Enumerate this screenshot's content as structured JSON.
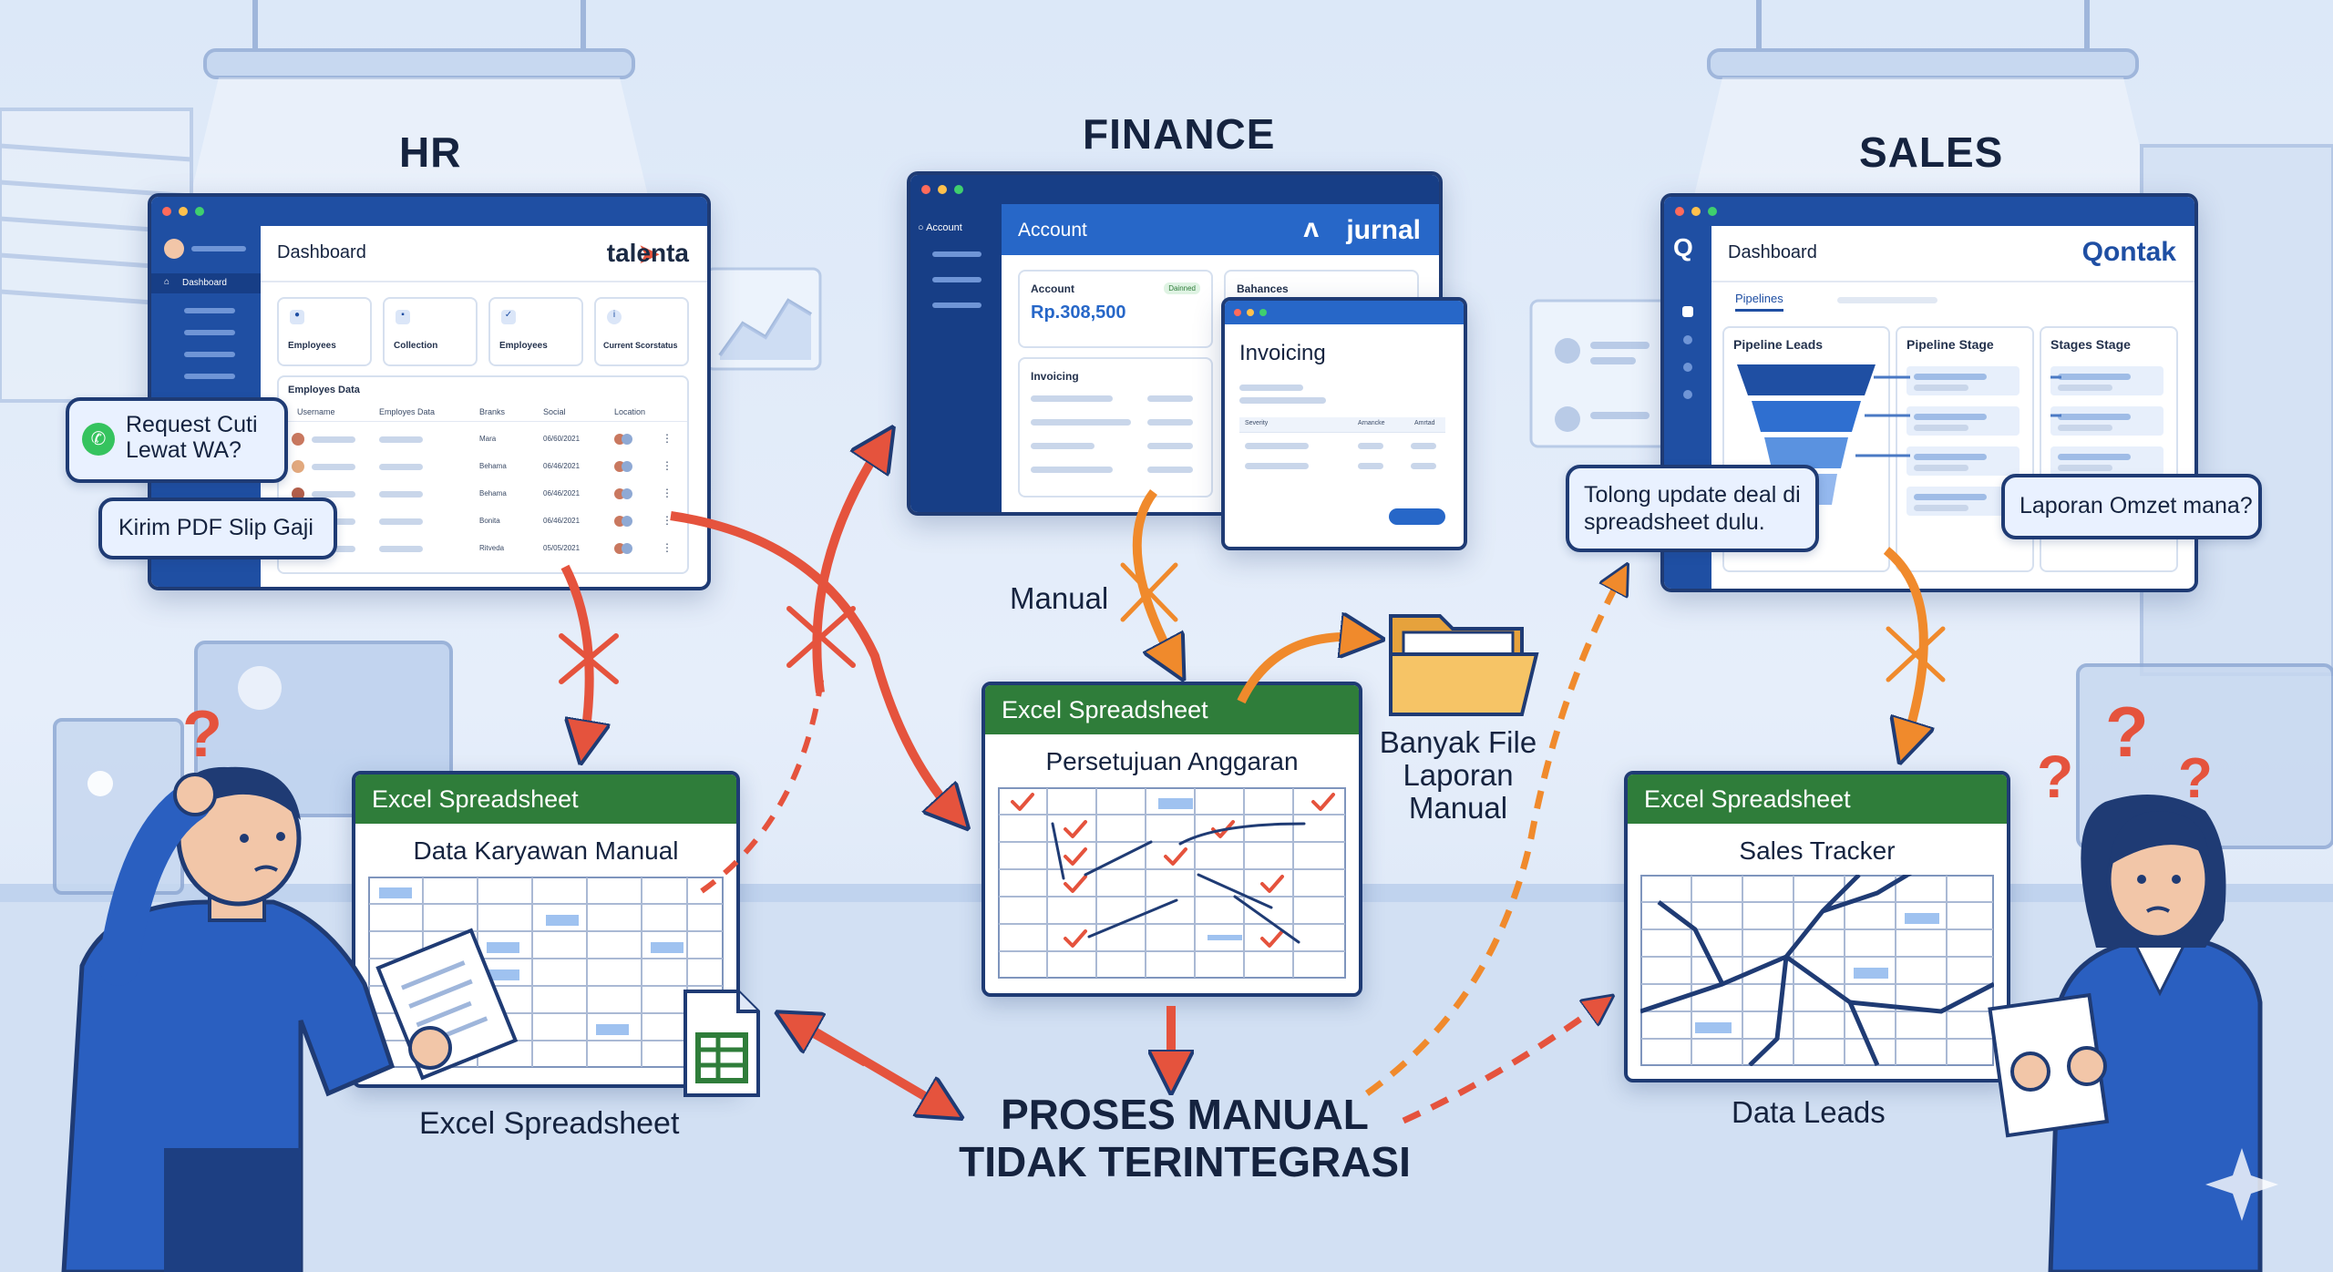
{
  "sections": {
    "hr": "HR",
    "finance": "FINANCE",
    "sales": "SALES"
  },
  "hr_window": {
    "title": "Dashboard",
    "brand": "talenta",
    "sidebar_item": "Dashboard",
    "cards": [
      "Employees",
      "Collection",
      "Employees",
      "Current Scorstatus"
    ],
    "table_title": "Employes Data",
    "columns": [
      "Username",
      "Employes Data",
      "Branks",
      "Social",
      "Location"
    ],
    "rows": [
      {
        "name": "Mara",
        "date": "06/60/2021"
      },
      {
        "name": "Behama",
        "date": "06/46/2021"
      },
      {
        "name": "Behama",
        "date": "06/46/2021"
      },
      {
        "name": "Bonita",
        "date": "06/46/2021"
      },
      {
        "name": "Ritveda",
        "date": "05/05/2021"
      }
    ]
  },
  "finance_window": {
    "sidebar_item": "Account",
    "header": "Account",
    "brand": "jurnal",
    "account_label": "Account",
    "account_badge": "Dainned",
    "account_value": "Rp.308,500",
    "balances_label": "Bahances",
    "invoicing_label": "Invoicing",
    "popup_title": "Invoicing",
    "popup_cols": [
      "Severity",
      "Arnancke",
      "Amrtad"
    ]
  },
  "sales_window": {
    "title": "Dashboard",
    "brand": "Qontak",
    "tab": "Pipelines",
    "columns": [
      "Pipeline Leads",
      "Pipeline Stage",
      "Stages Stage"
    ]
  },
  "bubbles": {
    "wa": "Request Cuti Lewat WA?",
    "pdf": "Kirim PDF Slip Gaji",
    "deal": "Tolong update deal di spreadsheet dulu.",
    "omzet": "Laporan Omzet mana?"
  },
  "spreadsheets": {
    "hr": {
      "header": "Excel Spreadsheet",
      "title": "Data Karyawan Manual"
    },
    "finance": {
      "header": "Excel Spreadsheet",
      "title": "Persetujuan Anggaran"
    },
    "sales": {
      "header": "Excel Spreadsheet",
      "title": "Sales Tracker"
    }
  },
  "labels": {
    "manual": "Manual",
    "excel_file": "Excel Spreadsheet",
    "folder": "Banyak File Laporan Manual",
    "data_leads": "Data Leads",
    "central_line1": "PROSES MANUAL",
    "central_line2": "TIDAK TERINTEGRASI"
  },
  "colors": {
    "arrow_red": "#e5533d",
    "arrow_orange": "#f08a2c",
    "excel_green": "#2f7d3a",
    "navy": "#1f3b74",
    "brand_blue": "#1f4fa3"
  }
}
